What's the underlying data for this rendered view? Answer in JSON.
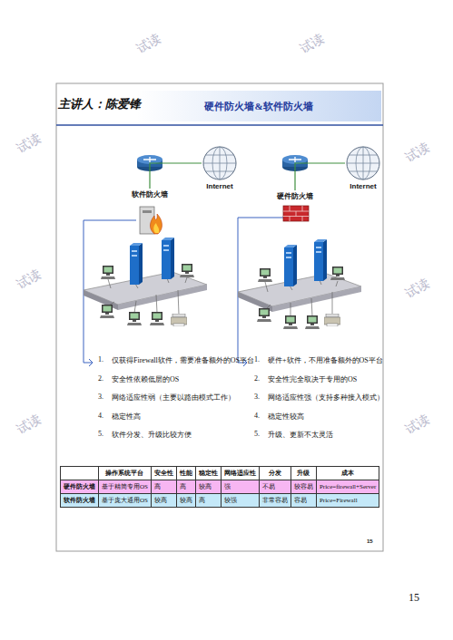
{
  "diagram": {
    "title": "硬件防火墙&软件防火墙",
    "nodes": [
      {
        "text": [
          "Internet"
        ]
      },
      {
        "text": [
          "软件防火墙"
        ]
      },
      {
        "text": [
          "Internet"
        ]
      },
      {
        "text": [
          "硬件防火墙"
        ]
      }
    ],
    "edges": [
      {
        "from": 1,
        "to": 0,
        "arrow": "none"
      },
      {
        "from": 3,
        "to": 2,
        "arrow": "none"
      }
    ],
    "labels": [
      "主讲人：陈爱锋",
      "1.",
      "仅获得Firewall软件，需要准备额外的OS平台",
      "2.",
      "安全性依赖低层的OS",
      "3.",
      "网络适应性弱（主要以路由模式工作）",
      "4.",
      "稳定性高",
      "5.",
      "软件分发、升级比较方便",
      "1.",
      "硬件+软件，不用准备额外的OS平台",
      "2.",
      "安全性完全取决于专用的OS",
      "3.",
      "网络适应性强（支持多种接入模式）",
      "4.",
      "稳定性较高",
      "5.",
      "升级、更新不太灵活",
      "操作系统平台",
      "安全性",
      "性能",
      "稳定性",
      "网络适应性",
      "分发",
      "升级",
      "成本",
      "硬件防火墙",
      "基于精简专用OS",
      "高",
      "高",
      "较高",
      "强",
      "不易",
      "较容易",
      "Price=firewall+Server",
      "软件防火墙",
      "基于庞大通用OS",
      "较高",
      "较高",
      "高",
      "较强",
      "非常容易",
      "容易",
      "Price=Firewall",
      "15",
      "15",
      "试读",
      "试读",
      "试读",
      "试读",
      "试读",
      "试读",
      "试读",
      "试读"
    ]
  }
}
